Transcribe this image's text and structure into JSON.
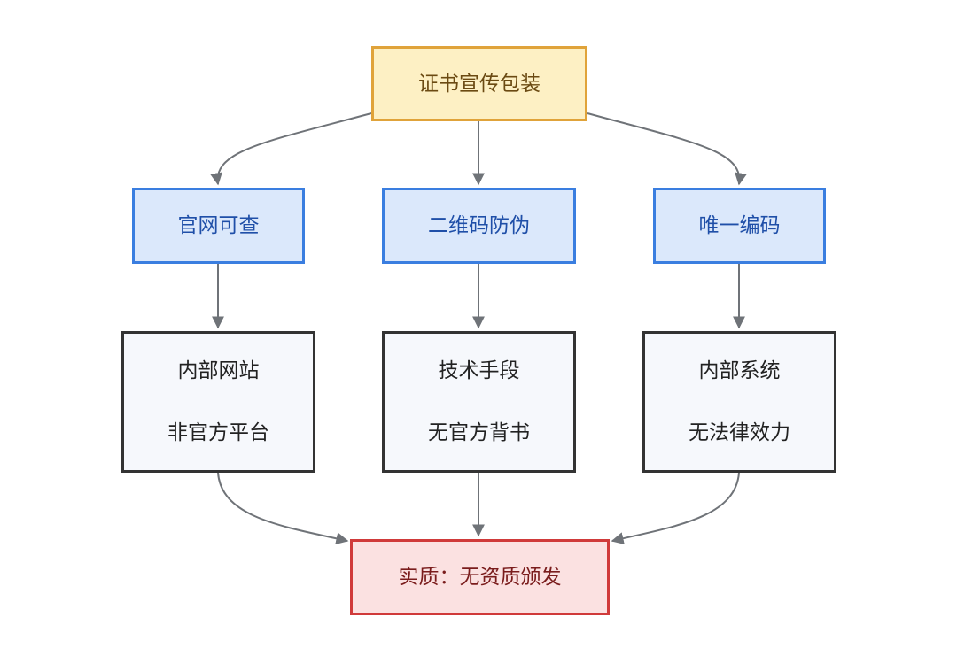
{
  "diagram": {
    "top": {
      "label": "证书宣传包装"
    },
    "middle": [
      {
        "label": "官网可查"
      },
      {
        "label": "二维码防伪"
      },
      {
        "label": "唯一编码"
      }
    ],
    "lower": [
      {
        "line1": "内部网站",
        "line2": "非官方平台"
      },
      {
        "line1": "技术手段",
        "line2": "无官方背书"
      },
      {
        "line1": "内部系统",
        "line2": "无法律效力"
      }
    ],
    "bottom": {
      "label": "实质：无资质颁发"
    }
  },
  "colors": {
    "top_fill": "#fdf0c4",
    "top_border": "#e0a33a",
    "middle_fill": "#dbe8fb",
    "middle_border": "#3a7ee0",
    "lower_fill": "#f6f8fc",
    "lower_border": "#333333",
    "bottom_fill": "#fbe1e1",
    "bottom_border": "#d03a3a",
    "edge": "#6f7378"
  }
}
